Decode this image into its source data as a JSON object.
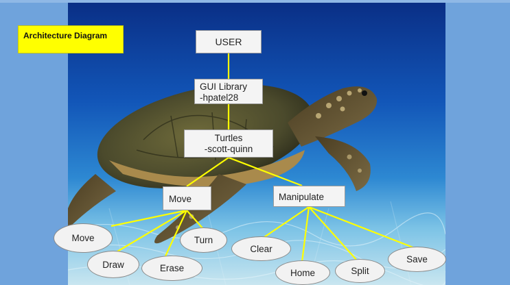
{
  "title": "Architecture Diagram",
  "nodes": {
    "user": "USER",
    "gui_line1": "GUI Library",
    "gui_line2": "-hpatel28",
    "turtles_line1": "Turtles",
    "turtles_line2": "-scott-quinn",
    "move": "Move",
    "manipulate": "Manipulate"
  },
  "leaves": {
    "move": "Move",
    "draw": "Draw",
    "erase": "Erase",
    "turn": "Turn",
    "clear": "Clear",
    "home": "Home",
    "split": "Split",
    "save": "Save"
  },
  "colors": {
    "title_background": "#ffff00",
    "connector": "#ffff00",
    "page_background": "#6fa3dc"
  }
}
